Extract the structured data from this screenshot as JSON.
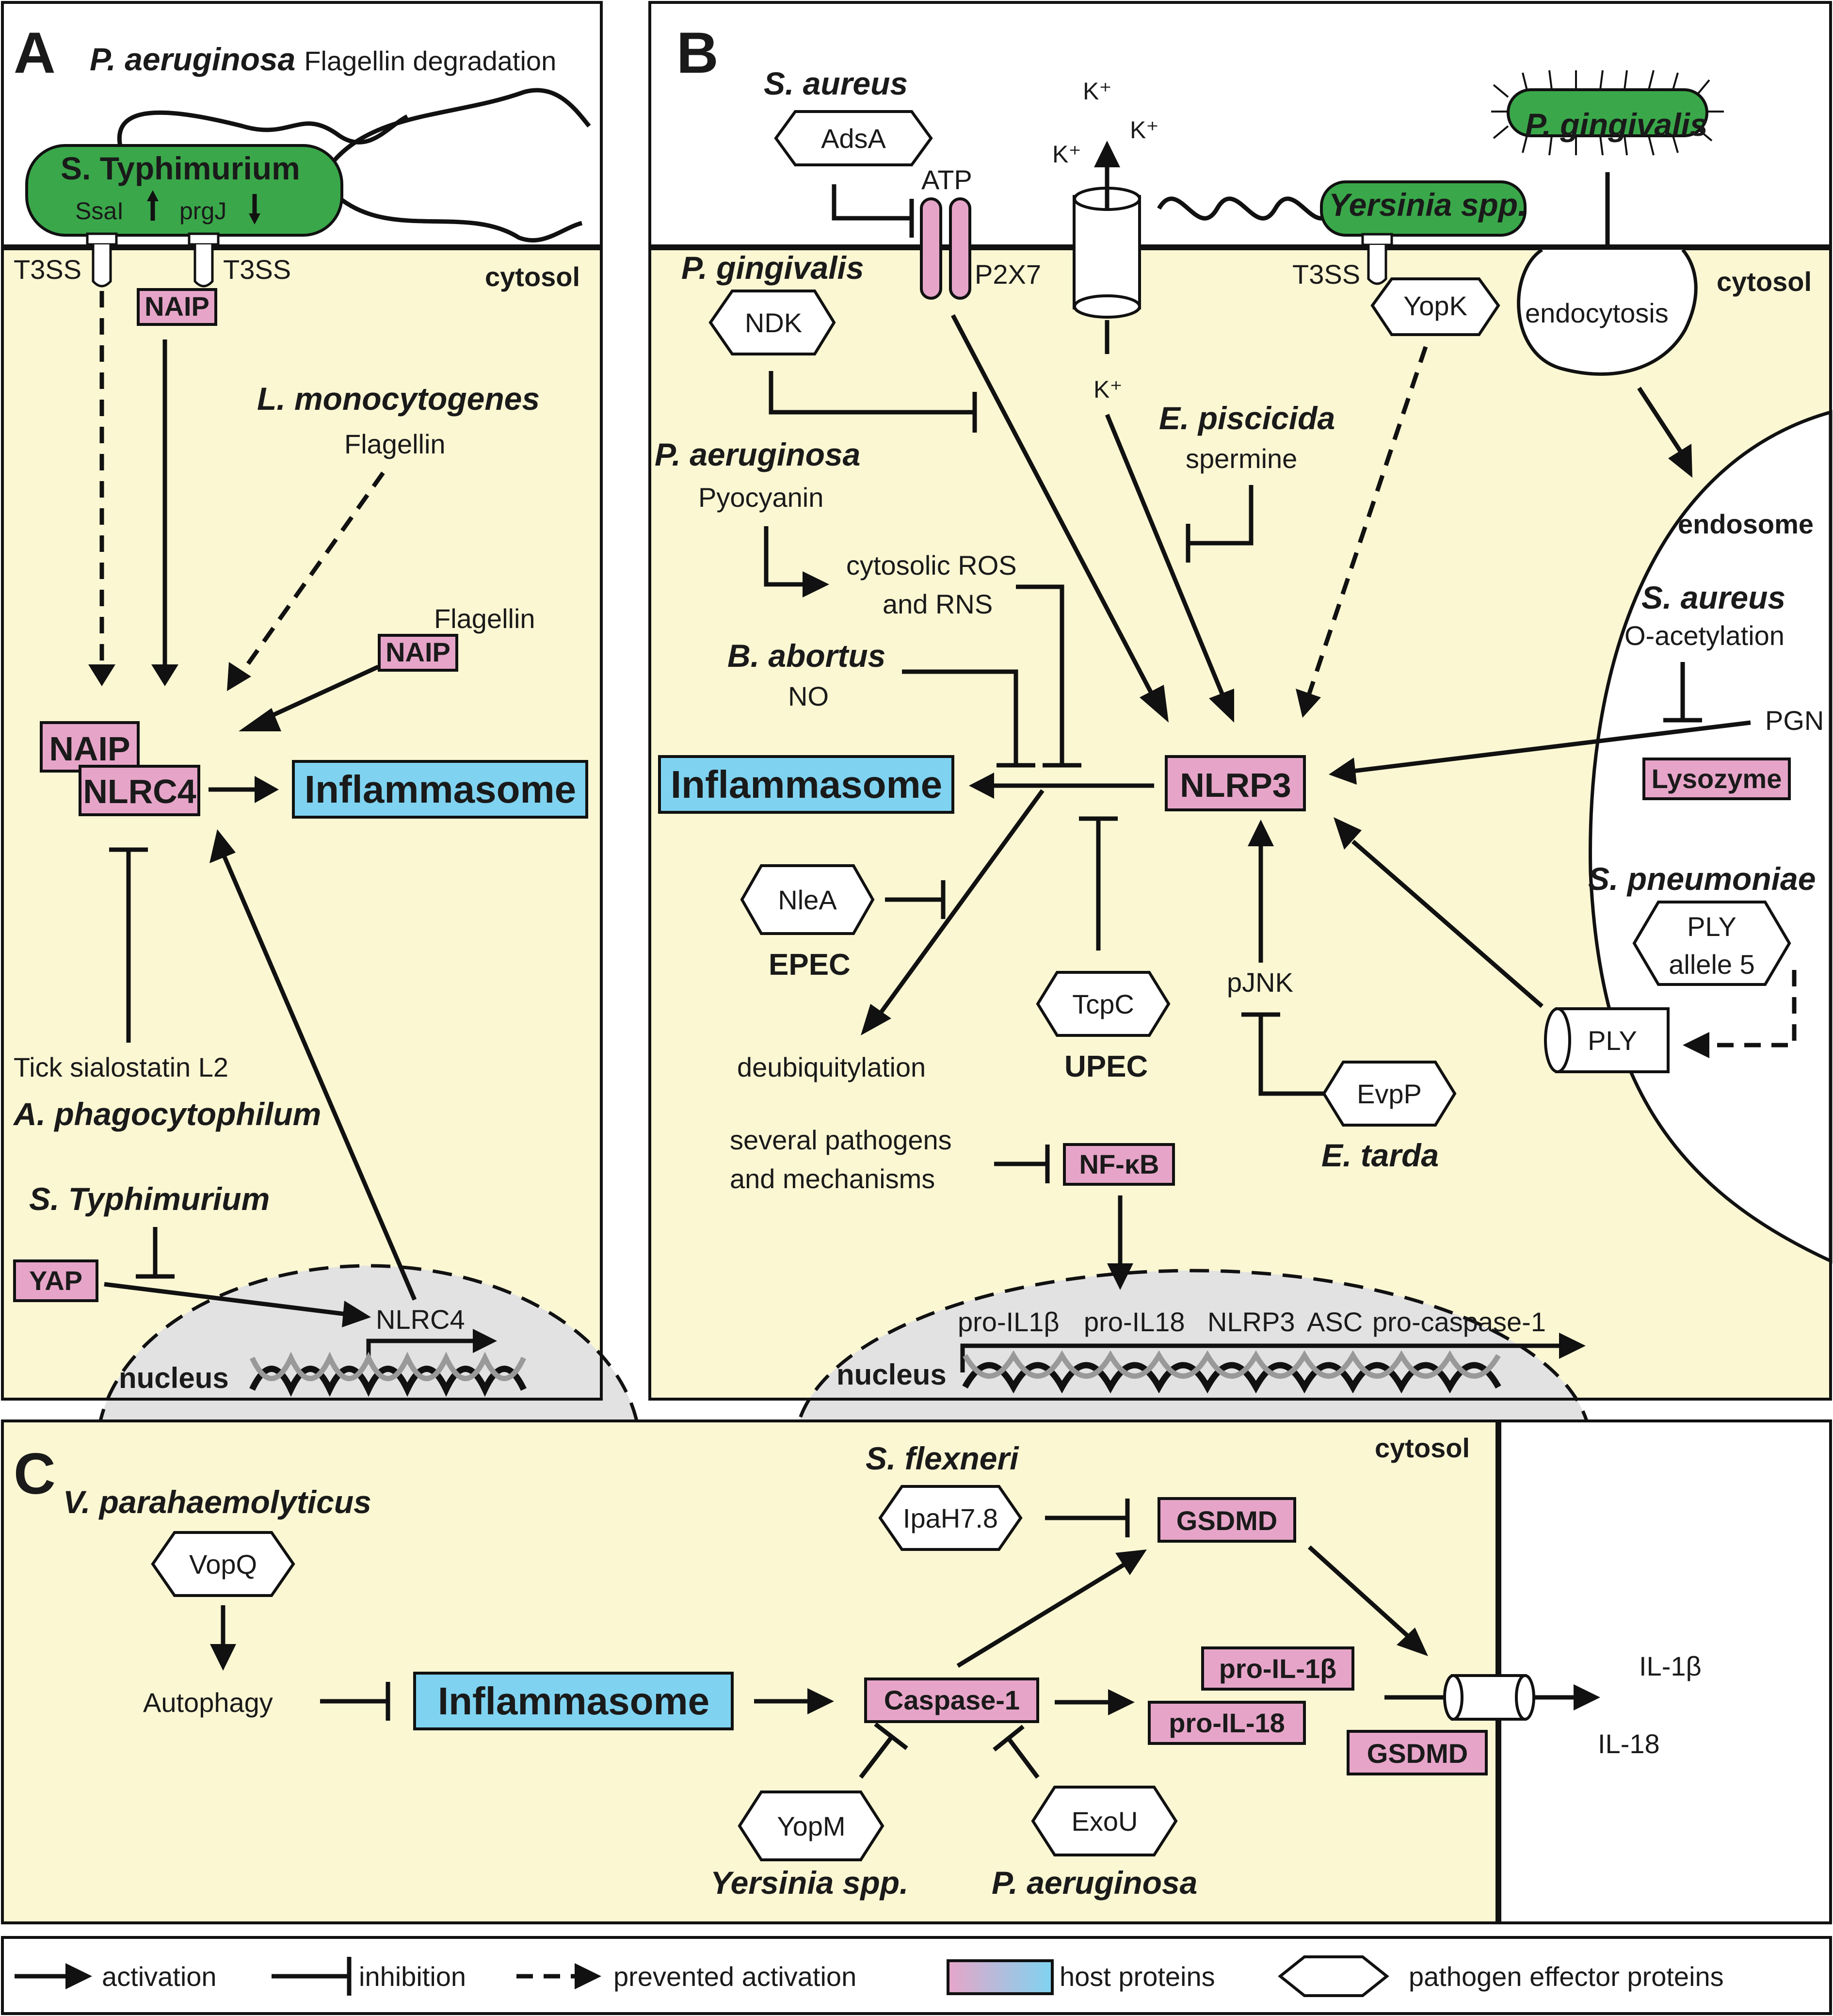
{
  "panels": {
    "a": "A",
    "b": "B",
    "c": "C"
  },
  "common": {
    "cytosol": "cytosol",
    "nucleus": "nucleus",
    "inflammasome": "Inflammasome",
    "t3ss": "T3SS",
    "flagellin": "Flagellin"
  },
  "a": {
    "title_species": "P. aeruginosa",
    "title_rest": "Flagellin degradation",
    "bacterium": "S. Typhimurium",
    "ssai": "SsaI",
    "prgj": "prgJ",
    "naip": "NAIP",
    "nlrc4": "NLRC4",
    "lmono": "L. monocytogenes",
    "tick": "Tick sialostatin L2",
    "aphago": "A. phagocytophilum",
    "styph": "S. Typhimurium",
    "yap": "YAP",
    "gene": "NLRC4"
  },
  "b": {
    "saureus": "S. aureus",
    "adsa": "AdsA",
    "atp": "ATP",
    "p2x7": "P2X7",
    "k": "K⁺",
    "pging": "P. gingivalis",
    "ndk": "NDK",
    "yersinia": "Yersinia spp.",
    "yopk": "YopK",
    "endocytosis": "endocytosis",
    "endosome": "endosome",
    "episcicida": "E. piscicida",
    "spermine": "spermine",
    "paerug": "P. aeruginosa",
    "pyocyanin": "Pyocyanin",
    "ros1": "cytosolic ROS",
    "ros2": "and RNS",
    "babortus": "B. abortus",
    "no": "NO",
    "nlrp3": "NLRP3",
    "oacetyl": "O-acetylation",
    "pgn": "PGN",
    "lysozyme": "Lysozyme",
    "spneumo": "S. pneumoniae",
    "ply_allele1": "PLY",
    "ply_allele2": "allele 5",
    "ply": "PLY",
    "nlea": "NleA",
    "epec": "EPEC",
    "deubiq": "deubiquitylation",
    "tcpc": "TcpC",
    "upec": "UPEC",
    "pjnk": "pJNK",
    "evpp": "EvpP",
    "etarda": "E. tarda",
    "several1": "several pathogens",
    "several2": "and mechanisms",
    "nfkb": "NF-κB",
    "genes": [
      "pro-IL1β",
      "pro-IL18",
      "NLRP3",
      "ASC",
      "pro-caspase-1"
    ]
  },
  "c": {
    "vpara": "V. parahaemolyticus",
    "vopq": "VopQ",
    "autophagy": "Autophagy",
    "sflex": "S. flexneri",
    "ipah": "IpaH7.8",
    "gsdmd": "GSDMD",
    "caspase": "Caspase-1",
    "proil1b": "pro-IL-1β",
    "proil18": "pro-IL-18",
    "gsdmd2": "GSDMD",
    "il1b": "IL-1β",
    "il18": "IL-18",
    "yopm": "YopM",
    "yersinia": "Yersinia spp.",
    "exou": "ExoU",
    "paerug": "P. aeruginosa"
  },
  "legend": {
    "activation": "activation",
    "inhibition": "inhibition",
    "prevented": "prevented activation",
    "host": "host proteins",
    "effector": "pathogen effector proteins"
  },
  "colors": {
    "host_pink": "#e6a5c8",
    "host_blue": "#7fd3f0",
    "bacterium_green": "#3aa84a",
    "cytosol": "#fbf7d3",
    "nucleus": "#e2e2e2"
  }
}
